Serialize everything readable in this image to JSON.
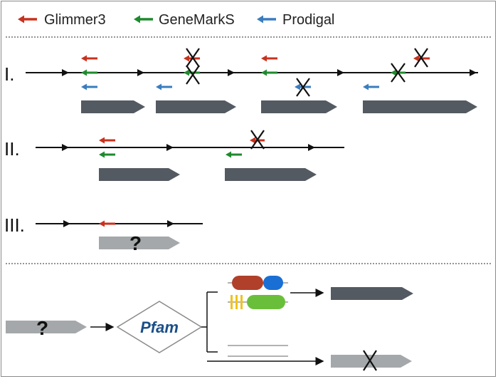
{
  "legend": [
    {
      "label": "Glimmer3",
      "color": "#c8321e"
    },
    {
      "label": "GeneMarkS",
      "color": "#1e8a2e"
    },
    {
      "label": "Prodigal",
      "color": "#3a7dbf"
    }
  ],
  "rows": [
    {
      "label": "I."
    },
    {
      "label": "II."
    },
    {
      "label": "III."
    }
  ],
  "unknown_gene_mark": "?",
  "pfam_label": "Pfam",
  "colors": {
    "gene_dark": "#545a61",
    "gene_light": "#a4a8aa",
    "domain_red": "#b0402a",
    "domain_blue": "#1a6fd4",
    "domain_green": "#6abf3a",
    "domain_yellow": "#f0c419",
    "pfam_text": "#1b4f88"
  },
  "icons": [
    "left-arrow-icon",
    "strand-arrow-icon",
    "rejection-x-icon",
    "question-mark-icon"
  ]
}
